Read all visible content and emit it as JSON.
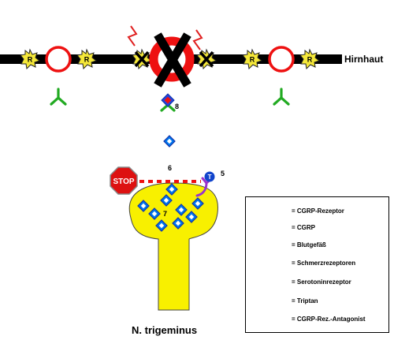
{
  "labels": {
    "hirnhaut": "Hirnhaut",
    "nerve": "N. trigeminus",
    "stop": "STOP",
    "num_5": "5",
    "num_6": "6",
    "num_7": "7",
    "num_8": "8",
    "receptor_letter": "R",
    "triptan_letter": "T"
  },
  "legend": {
    "items": [
      {
        "key": "cgrp-receptor",
        "text": "= CGRP-Rezeptor"
      },
      {
        "key": "cgrp",
        "text": "= CGRP"
      },
      {
        "key": "blood-vessel",
        "text": "= Blutgefäß"
      },
      {
        "key": "pain-receptors",
        "text": "= Schmerzrezeptoren"
      },
      {
        "key": "serotonin-receptor",
        "text": "= Serotoninrezeptor"
      },
      {
        "key": "triptan",
        "text": "= Triptan"
      },
      {
        "key": "cgrp-antagonist",
        "text": "= CGRP-Rez.-Antagonist"
      }
    ]
  },
  "colors": {
    "membrane": "#000000",
    "vessel": "#ff0000",
    "receptor_green": "#22aa22",
    "cgrp_blue": "#0077ee",
    "star_yellow": "#f5e83a",
    "star_red": "#ee2222",
    "nerve_yellow": "#f8f000",
    "serotonin_purple": "#9933cc",
    "triptan_blue": "#1144cc",
    "stop_red": "#dd1111"
  }
}
